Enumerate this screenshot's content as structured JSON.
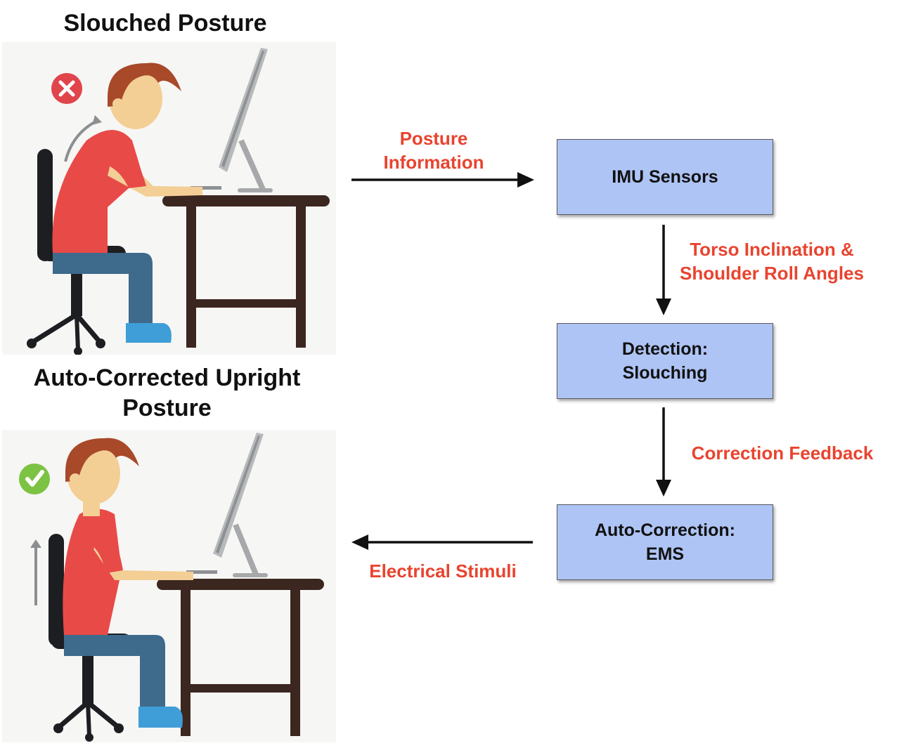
{
  "titles": {
    "slouched": "Slouched Posture",
    "upright_line1": "Auto-Corrected Upright",
    "upright_line2": "Posture"
  },
  "flow_labels": {
    "posture_info_line1": "Posture",
    "posture_info_line2": "Information",
    "torso_line1": "Torso Inclination &",
    "torso_line2": "Shoulder Roll Angles",
    "correction_feedback": "Correction Feedback",
    "electrical_stimuli": "Electrical Stimuli"
  },
  "boxes": {
    "imu": "IMU Sensors",
    "detection_line1": "Detection:",
    "detection_line2": "Slouching",
    "autocorr_line1": "Auto-Correction:",
    "autocorr_line2": "EMS"
  },
  "icons": {
    "slouched_status": "x-mark-icon",
    "upright_status": "check-mark-icon"
  },
  "colors": {
    "label_red": "#e8442f",
    "box_blue": "#aec4f5",
    "shirt_red": "#e84a48",
    "pants_blue": "#3e6a8c",
    "error_red": "#e0454b",
    "ok_green": "#7cc243"
  }
}
